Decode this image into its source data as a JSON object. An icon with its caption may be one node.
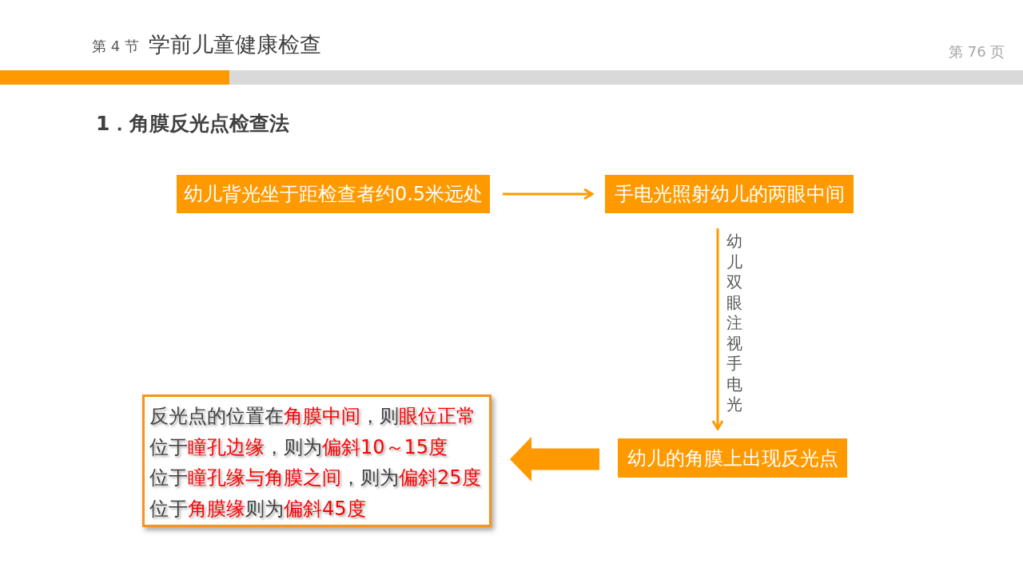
{
  "diagram": {
    "title": "1．角膜反光点检查法",
    "nodes": [
      {
        "text": [
          "幼儿背光坐于距检查者约0.5米远处"
        ]
      },
      {
        "text": [
          "手电光照射幼儿的两眼中间"
        ]
      },
      {
        "text": [
          "幼儿的角膜上出现反光点"
        ]
      },
      {
        "text": [
          "反光点的位置在**角膜中间**，则**眼位正常**",
          "位于**瞳孔边缘**，则为**偏斜10～15度**",
          "位于**瞳孔缘与角膜之间**，则为**偏斜25度**",
          "位于**角膜缘**则为**偏斜45度**"
        ]
      }
    ],
    "edges": [
      {
        "from": 0,
        "to": 1,
        "arrow": "to"
      },
      {
        "from": 1,
        "to": 2,
        "arrow": "to",
        "label": "幼儿双眼注视手电光"
      },
      {
        "from": 2,
        "to": 3,
        "arrow": "to",
        "style": "thick"
      }
    ],
    "labels": [
      "第 4 节",
      "学前儿童健康检查",
      "第 76 页"
    ]
  }
}
